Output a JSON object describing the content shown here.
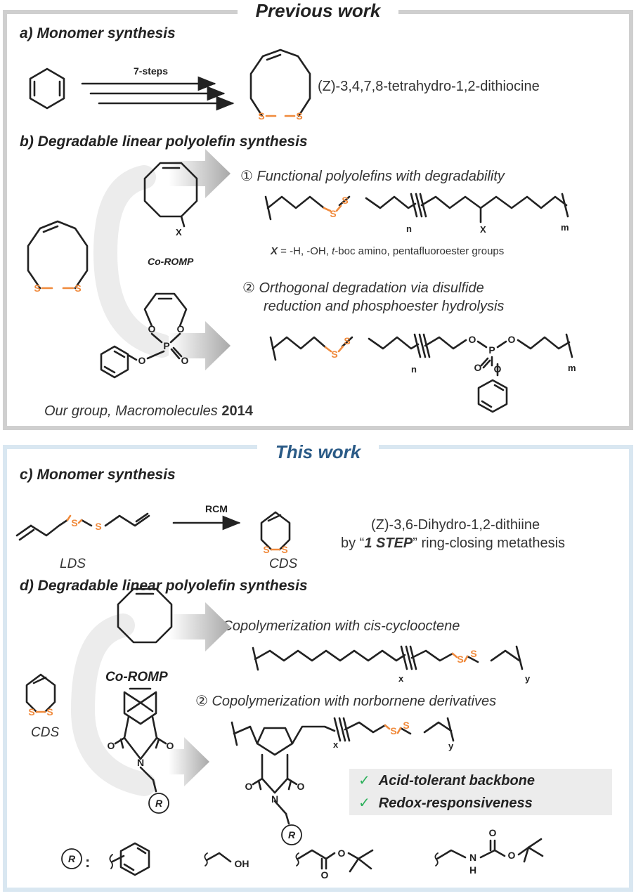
{
  "previous": {
    "title": "Previous work",
    "a": {
      "heading": "a) Monomer synthesis",
      "arrow_label": "7-steps",
      "product_name": "(Z)-3,4,7,8-tetrahydro-1,2-dithiocine"
    },
    "b": {
      "heading": "b) Degradable  linear  polyolefin  synthesis",
      "co_romp": "Co-ROMP",
      "item1": "① Functional polyolefins with degradability",
      "x_sub": "X",
      "n1": "n",
      "m1": "m",
      "x_note_sym": "X",
      "x_note_rest": " = -H, -OH, ",
      "x_note_it": "t",
      "x_note_end": "-boc amino, pentafluoroester groups",
      "item2_line1": "② Orthogonal degradation via disulfide",
      "item2_line2": "reduction and phosphoester hydrolysis",
      "n2": "n",
      "m2": "m",
      "ref_it": "Our group, Macromolecules ",
      "ref_year": "2014"
    }
  },
  "current": {
    "title": "This work",
    "c": {
      "heading": "c) Monomer synthesis",
      "arrow_label": "RCM",
      "lds": "LDS",
      "cds": "CDS",
      "product_line1": "(Z)-3,6-Dihydro-1,2-dithiine",
      "product_line2_pre": "by “",
      "product_line2_bold": "1 STEP",
      "product_line2_post": "” ring-closing metathesis"
    },
    "d": {
      "heading": "d) Degradable  linear  polyolefin  synthesis",
      "co_romp": "Co-ROMP",
      "cds": "CDS",
      "item1": "① Copolymerization with cis-cyclooctene",
      "x1": "x",
      "y1": "y",
      "item2": "② Copolymerization with norbornene derivatives",
      "x2": "x",
      "y2": "y",
      "check1": "Acid-tolerant  backbone",
      "check2": "Redox-responsiveness",
      "r_label": "R",
      "r_colon": ":"
    }
  },
  "atoms": {
    "S": "S",
    "O": "O",
    "P": "P",
    "N": "N",
    "H": "H",
    "OH": "OH"
  },
  "colors": {
    "sulfur": "#f08a3c",
    "accent": "#2a5a86",
    "check": "#2bb05a"
  }
}
